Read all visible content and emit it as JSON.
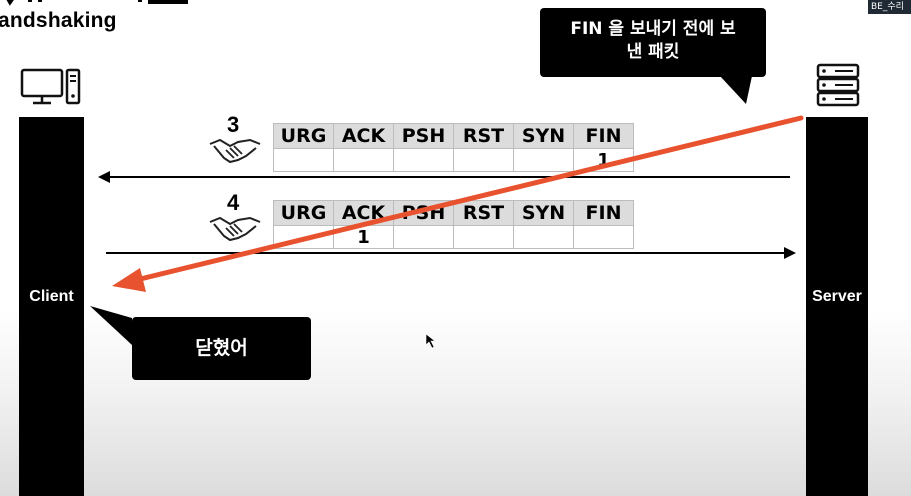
{
  "header": {
    "title": "andshaking",
    "badge": "BE_수리"
  },
  "client": {
    "label": "Client"
  },
  "server": {
    "label": "Server"
  },
  "steps": [
    {
      "number": "3",
      "flags": [
        "URG",
        "ACK",
        "PSH",
        "RST",
        "SYN",
        "FIN"
      ],
      "values": [
        "",
        "",
        "",
        "",
        "",
        "1"
      ],
      "direction": "server-to-client"
    },
    {
      "number": "4",
      "flags": [
        "URG",
        "ACK",
        "PSH",
        "RST",
        "SYN",
        "FIN"
      ],
      "values": [
        "",
        "1",
        "",
        "",
        "",
        ""
      ],
      "direction": "client-to-server"
    }
  ],
  "callouts": {
    "top_line1": "FIN 을 보내기 전에 보",
    "top_line2": "낸 패킷",
    "bottom": "닫혔어"
  },
  "colors": {
    "annotation_arrow": "#e8522f",
    "bars": "#000000"
  },
  "icons": {
    "client": "desktop-computer-icon",
    "server": "server-rack-icon",
    "handshake": "handshake-icon"
  }
}
